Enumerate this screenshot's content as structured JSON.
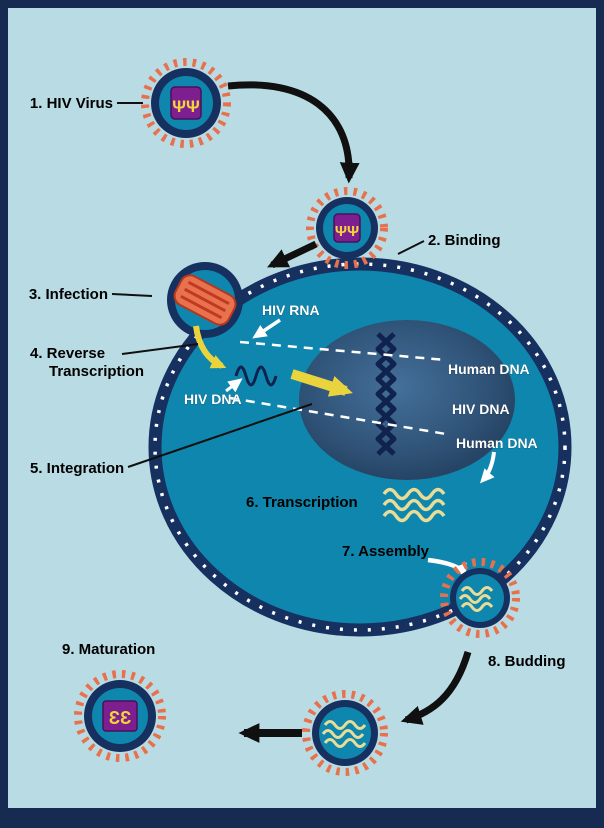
{
  "diagram": {
    "type": "process-diagram",
    "steps": {
      "s1": "1. HIV Virus",
      "s2": "2. Binding",
      "s3": "3. Infection",
      "s4_line1": "4. Reverse",
      "s4_line2": "Transcription",
      "s5": "5. Integration",
      "s6": "6. Transcription",
      "s7": "7. Assembly",
      "s8": "8. Budding",
      "s9": "9. Maturation"
    },
    "labels": {
      "hiv_rna": "HIV RNA",
      "hiv_dna_cytoplasm": "HIV DNA",
      "human_dna_upper": "Human DNA",
      "hiv_dna_integrated": "HIV DNA",
      "human_dna_lower": "Human DNA"
    },
    "glyphs": {
      "immature_core_glyph": "ΨΨ",
      "mature_core_glyph": "ƐƐ"
    },
    "colors": {
      "background": "#b9dce4",
      "frame": "#162a52",
      "cell_body": "#0f86ad",
      "membrane": "#163060",
      "membrane_dots": "#ffffff",
      "nucleus": "#31557a",
      "virus_spikes": "#e8714d",
      "virus_envelope": "#163060",
      "virus_core": "#7d1f8e",
      "core_glyph": "#f2d53c",
      "capsid": "#e8724e",
      "capsid_stripe": "#c03a22",
      "arrow_black": "#101010",
      "arrow_white": "#ffffff",
      "arrow_yellow": "#ead43e",
      "rna_wave": "#e8dc96",
      "dna_strand": "#10224e",
      "label_dark": "#000000",
      "label_light": "#ffffff"
    }
  }
}
